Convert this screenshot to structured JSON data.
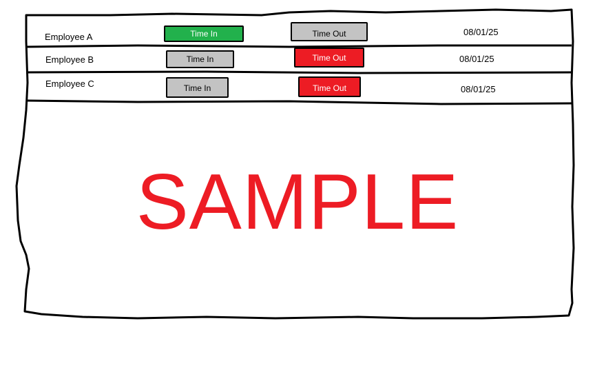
{
  "rows": [
    {
      "employee": "Employee A",
      "time_in": {
        "label": "Time In",
        "state": "active",
        "color": "#22b14c"
      },
      "time_out": {
        "label": "Time Out",
        "state": "inactive",
        "color": "#c3c3c3"
      },
      "date": "08/01/25"
    },
    {
      "employee": "Employee B",
      "time_in": {
        "label": "Time In",
        "state": "inactive",
        "color": "#c3c3c3"
      },
      "time_out": {
        "label": "Time Out",
        "state": "active",
        "color": "#ed1c24"
      },
      "date": "08/01/25"
    },
    {
      "employee": "Employee C",
      "time_in": {
        "label": "Time In",
        "state": "inactive",
        "color": "#c3c3c3"
      },
      "time_out": {
        "label": "Time Out",
        "state": "active",
        "color": "#ed1c24"
      },
      "date": "08/01/25"
    }
  ],
  "watermark": {
    "text": "SAMPLE",
    "color": "#ed1c24"
  }
}
